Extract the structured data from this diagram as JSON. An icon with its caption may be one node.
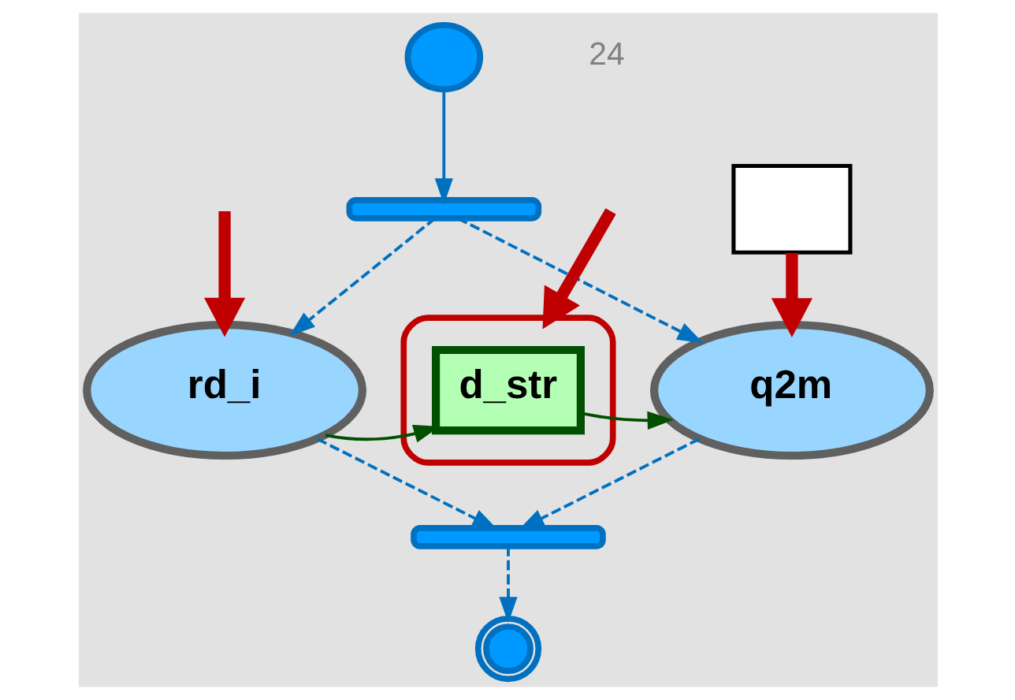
{
  "diagram": {
    "nodes": [
      {
        "text": [],
        "shape": "circle"
      },
      {
        "text": [],
        "shape": "bar"
      },
      {
        "text": [
          "rd_i"
        ]
      },
      {
        "text": [],
        "shape": "ellipse"
      },
      {
        "text": [
          "d_str"
        ],
        "in": 3
      },
      {
        "text": [
          "q2m"
        ]
      },
      {
        "text": [],
        "shape": "bar"
      },
      {
        "text": [],
        "shape": "bullseye"
      },
      {
        "text": [],
        "shape": "box"
      }
    ],
    "edges": [
      {
        "from": 0,
        "to": 1,
        "arrow": "to"
      },
      {
        "from": 1,
        "to": 2,
        "arrow": "to",
        "style": "dashed"
      },
      {
        "from": 1,
        "to": 5,
        "arrow": "to",
        "style": "dashed"
      },
      {
        "from": 2,
        "to": 4,
        "arrow": "to",
        "color": "#005000"
      },
      {
        "from": 4,
        "to": 5,
        "arrow": "to",
        "color": "#005000"
      },
      {
        "from": 2,
        "to": 6,
        "arrow": "to",
        "style": "dashed"
      },
      {
        "from": 5,
        "to": 6,
        "arrow": "to",
        "style": "dashed"
      },
      {
        "from": 6,
        "to": 7,
        "arrow": "to",
        "style": "dashed"
      },
      {
        "from": null,
        "to": 2,
        "arrow": "to",
        "style": "thick",
        "color": "#c00000"
      },
      {
        "from": 8,
        "to": 5,
        "arrow": "to",
        "style": "thick",
        "color": "#c00000"
      },
      {
        "from": null,
        "to": 3,
        "arrow": "to",
        "style": "thick",
        "color": "#c00000"
      }
    ],
    "labels": [
      "24"
    ]
  }
}
